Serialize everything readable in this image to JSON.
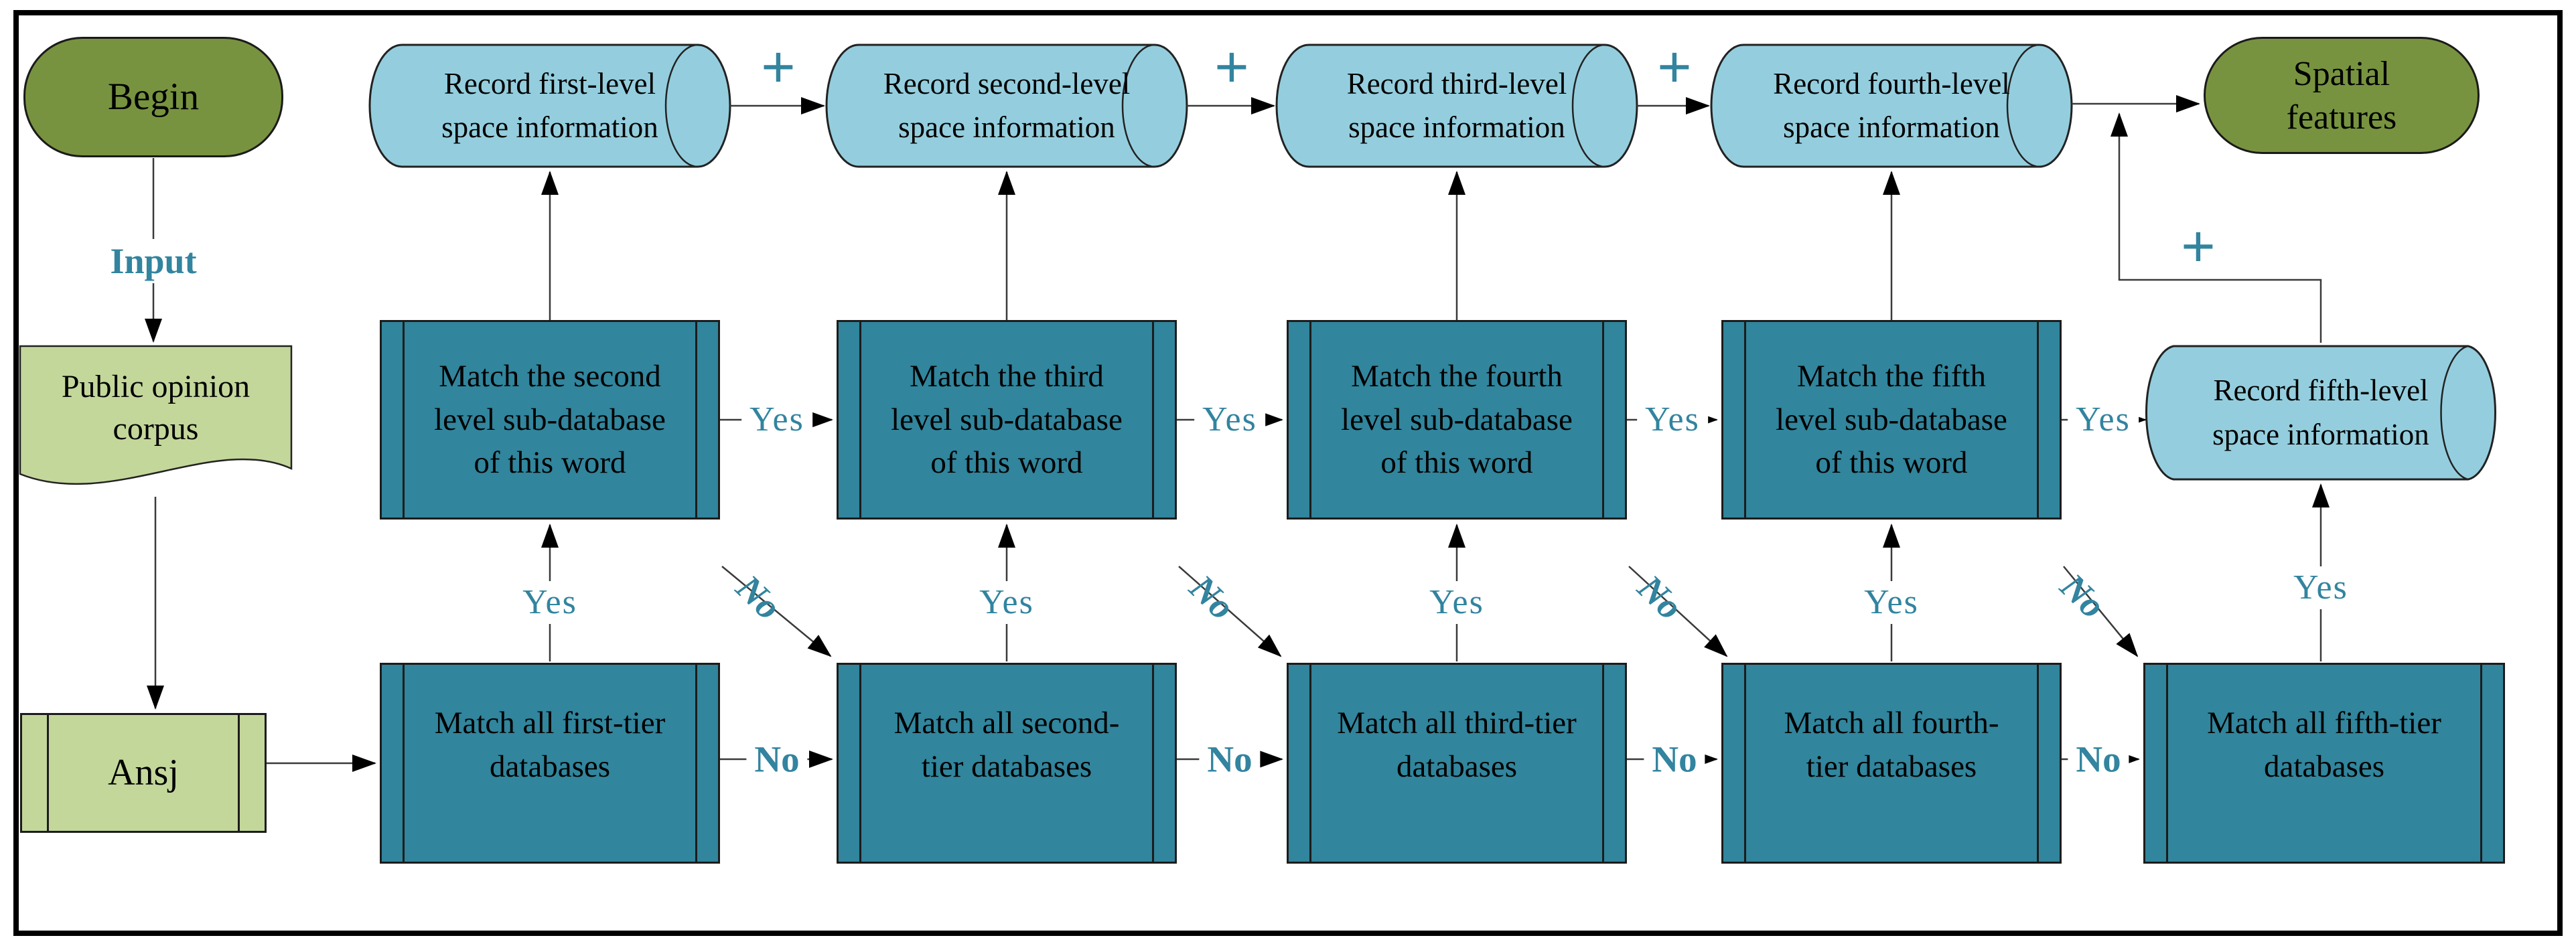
{
  "diagram": {
    "terminals": {
      "begin": "Begin",
      "spatial": "Spatial\nfeatures"
    },
    "io": {
      "corpus": "Public opinion\ncorpus"
    },
    "process": {
      "ansj": "Ansj"
    },
    "cylinders": [
      "Record first-level\nspace information",
      "Record second-level\nspace information",
      "Record third-level\nspace information",
      "Record fourth-level\nspace information",
      "Record fifth-level\nspace information"
    ],
    "mid_boxes": [
      "Match the second\nlevel sub-database\nof this word",
      "Match the third\nlevel sub-database\nof this word",
      "Match the fourth\nlevel sub-database\nof this word",
      "Match the fifth\nlevel sub-database\nof this word"
    ],
    "bottom_boxes": [
      "Match all first-tier\ndatabases",
      "Match all second-\ntier databases",
      "Match all third-tier\ndatabases",
      "Match all fourth-\ntier databases",
      "Match all fifth-tier\ndatabases"
    ],
    "edge_labels": {
      "input": "Input",
      "yes": "Yes",
      "no": "No",
      "plus": "+"
    },
    "colors": {
      "terminal_fill": "#78933F",
      "io_fill": "#C4D79B",
      "cylinder_fill": "#94CEDE",
      "box_fill": "#31859C",
      "accent_text": "#32849F"
    }
  }
}
